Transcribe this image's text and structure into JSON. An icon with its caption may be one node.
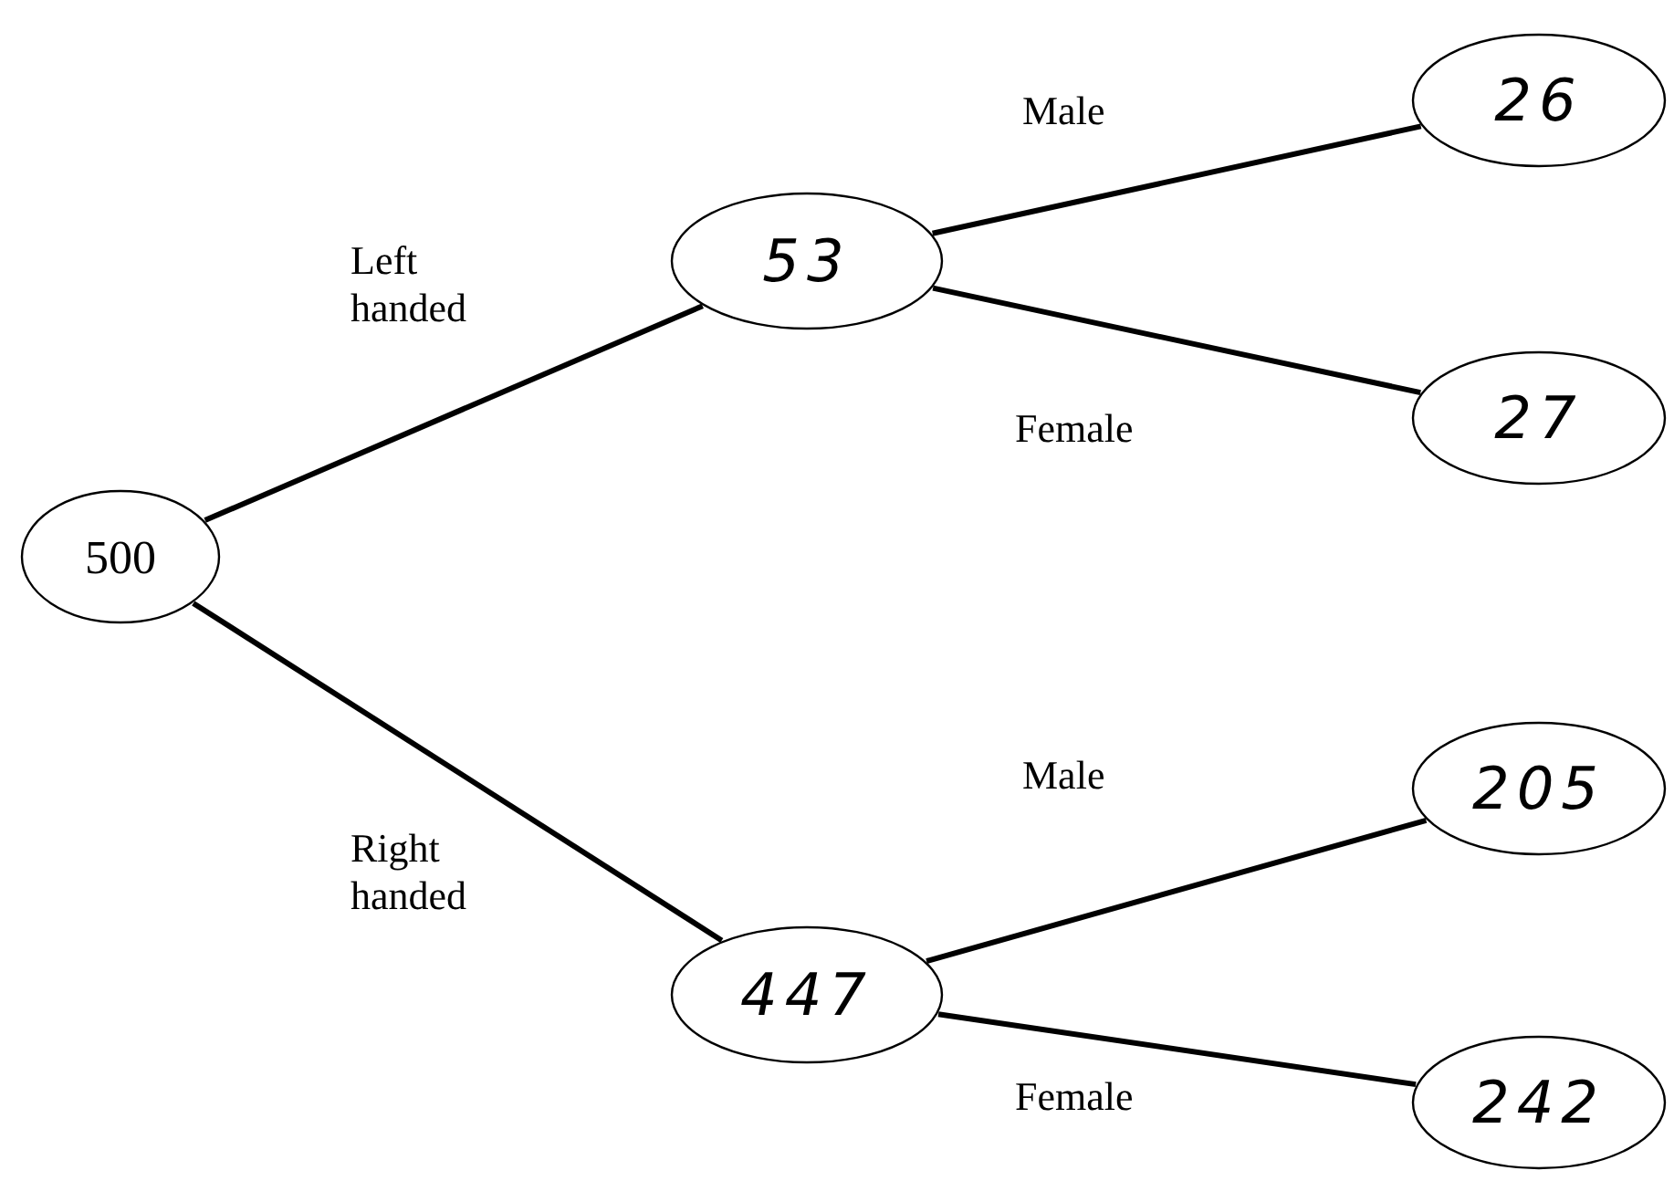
{
  "diagram": {
    "nodes": [
      {
        "text": [
          "500"
        ]
      },
      {
        "text": [
          "53"
        ]
      },
      {
        "text": [
          "26"
        ]
      },
      {
        "text": [
          "27"
        ]
      },
      {
        "text": [
          "447"
        ]
      },
      {
        "text": [
          "205"
        ]
      },
      {
        "text": [
          "242"
        ]
      }
    ],
    "edges": [
      {
        "from": 0,
        "to": 1,
        "arrow": "none",
        "label": "Left handed"
      },
      {
        "from": 1,
        "to": 2,
        "arrow": "none",
        "label": "Male"
      },
      {
        "from": 1,
        "to": 3,
        "arrow": "none",
        "label": "Female"
      },
      {
        "from": 0,
        "to": 4,
        "arrow": "none",
        "label": "Right handed"
      },
      {
        "from": 4,
        "to": 5,
        "arrow": "none",
        "label": "Male"
      },
      {
        "from": 4,
        "to": 6,
        "arrow": "none",
        "label": "Female"
      }
    ]
  }
}
